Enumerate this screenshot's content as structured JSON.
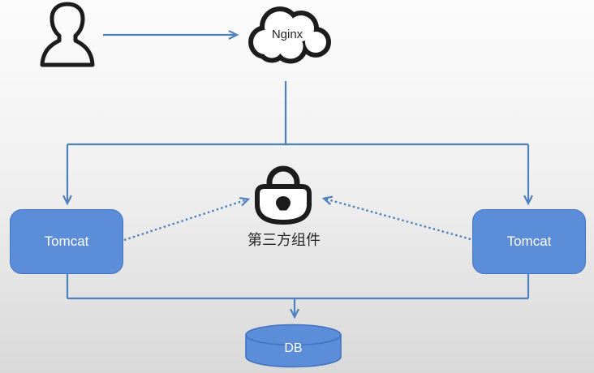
{
  "diagram": {
    "nodes": {
      "nginx": {
        "label": "Nginx",
        "icon": "cloud-icon"
      },
      "tomcat_left": {
        "label": "Tomcat",
        "shape": "rounded-rect"
      },
      "tomcat_right": {
        "label": "Tomcat",
        "shape": "rounded-rect"
      },
      "third_party": {
        "label": "第三方组件",
        "icon": "lock-icon"
      },
      "db": {
        "label": "DB",
        "shape": "cylinder"
      },
      "user": {
        "label": "",
        "icon": "person-icon"
      }
    },
    "edges": [
      {
        "from": "user",
        "to": "nginx",
        "style": "solid-arrow"
      },
      {
        "from": "nginx",
        "to": "tomcat_left",
        "style": "solid-arrow"
      },
      {
        "from": "nginx",
        "to": "tomcat_right",
        "style": "solid-arrow"
      },
      {
        "from": "tomcat_left",
        "to": "third_party",
        "style": "dotted-arrow"
      },
      {
        "from": "tomcat_right",
        "to": "third_party",
        "style": "dotted-arrow"
      },
      {
        "from": "tomcat_left",
        "to": "db",
        "style": "solid-arrow"
      },
      {
        "from": "tomcat_right",
        "to": "db",
        "style": "solid-arrow"
      }
    ]
  },
  "colors": {
    "connector": "#4f81bd",
    "node_fill": "#5b8dd8",
    "node_border": "#4472c4",
    "node_text": "#ffffff",
    "icon_stroke": "#1c1c1c",
    "label_text": "#262626",
    "bg_top": "#fcfcfc",
    "bg_bottom": "#d9d9d9"
  }
}
